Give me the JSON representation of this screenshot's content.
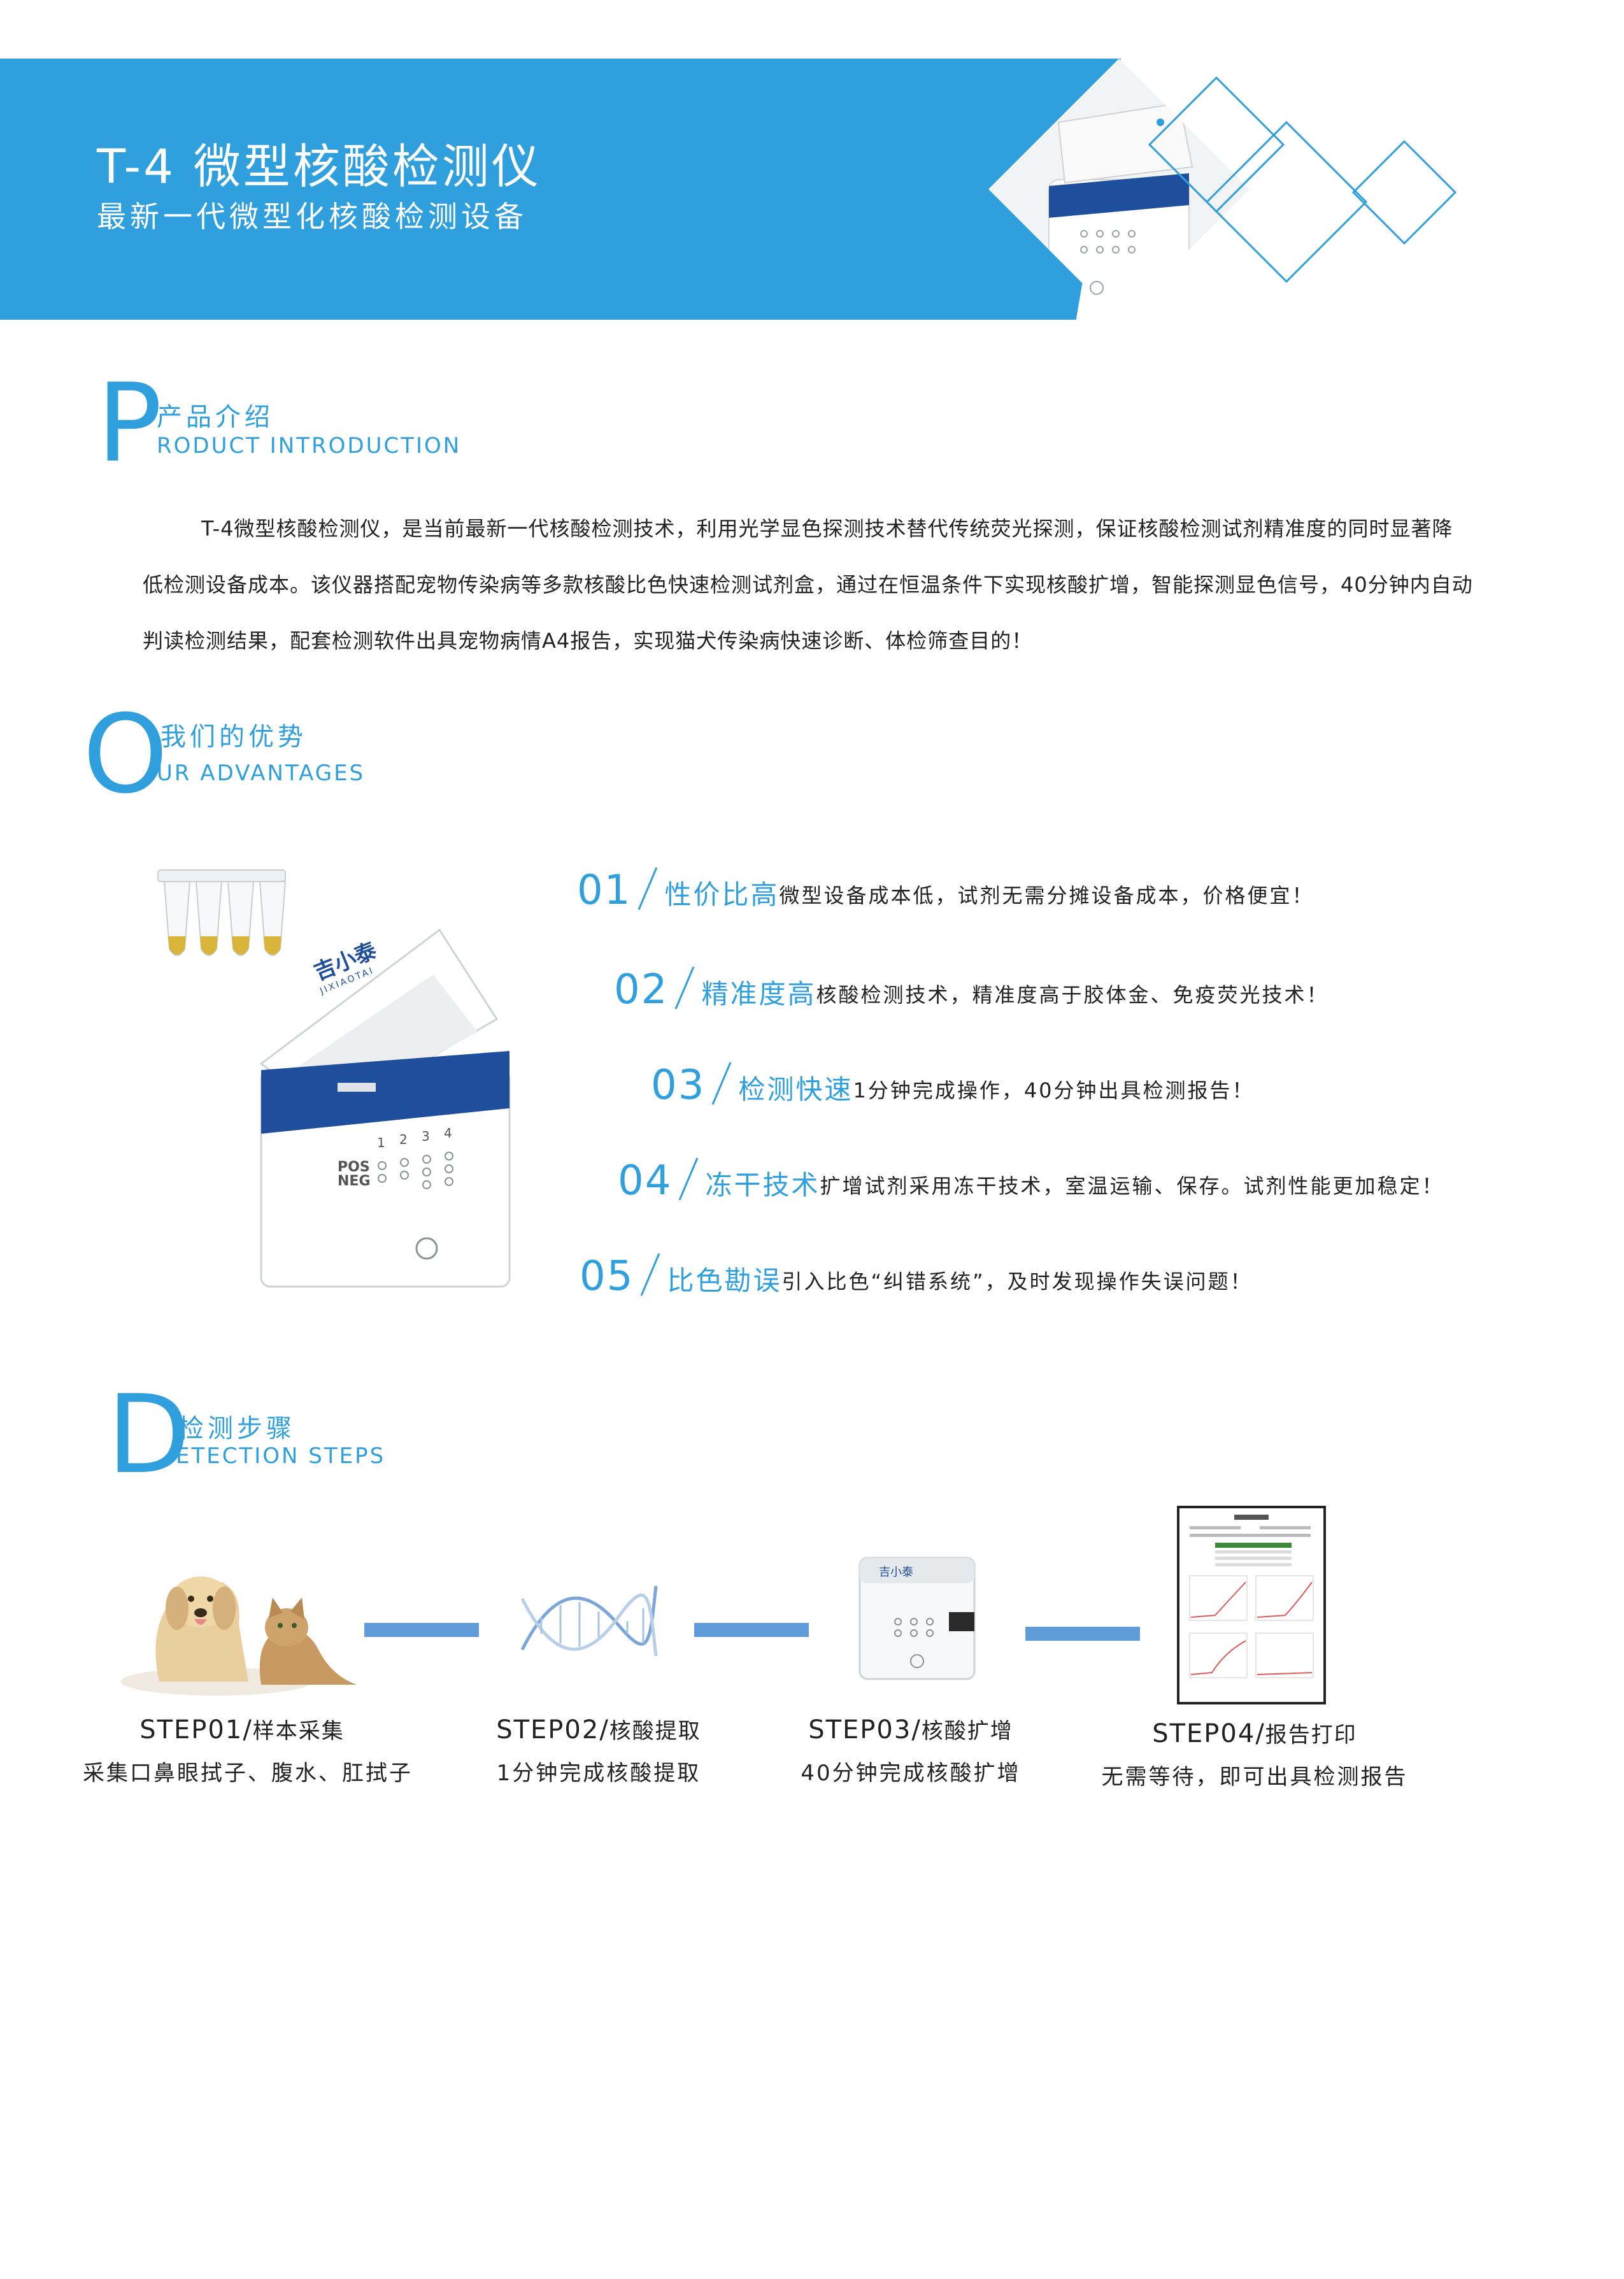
{
  "banner": {
    "title": "T-4 微型核酸检测仪",
    "subtitle": "最新一代微型化核酸检测设备"
  },
  "device": {
    "brand": "吉小泰",
    "brand_en": "JIXIAOTAI",
    "lane_numbers": [
      "1",
      "2",
      "3",
      "4"
    ],
    "pos_label": "POS",
    "neg_label": "NEG"
  },
  "intro": {
    "letter": "P",
    "title_cn": "产品介绍",
    "title_en": "RODUCT INTRODUCTION",
    "paragraph": "T-4微型核酸检测仪，是当前最新一代核酸检测技术，利用光学显色探测技术替代传统荧光探测，保证核酸检测试剂精准度的同时显著降低检测设备成本。该仪器搭配宠物传染病等多款核酸比色快速检测试剂盒，通过在恒温条件下实现核酸扩增，智能探测显色信号，40分钟内自动判读检测结果，配套检测软件出具宠物病情A4报告，实现猫犬传染病快速诊断、体检筛查目的！"
  },
  "advantages": {
    "letter": "O",
    "title_cn": "我们的优势",
    "title_en": "UR ADVANTAGES",
    "items": [
      {
        "num": "01",
        "title": "性价比高",
        "desc": "微型设备成本低，试剂无需分摊设备成本，价格便宜！"
      },
      {
        "num": "02",
        "title": "精准度高",
        "desc": "核酸检测技术，精准度高于胶体金、免疫荧光技术！"
      },
      {
        "num": "03",
        "title": "检测快速",
        "desc": "1分钟完成操作，40分钟出具检测报告！"
      },
      {
        "num": "04",
        "title": "冻干技术",
        "desc": "扩增试剂采用冻干技术，室温运输、保存。试剂性能更加稳定！"
      },
      {
        "num": "05",
        "title": "比色勘误",
        "desc": "引入比色“纠错系统”，及时发现操作失误问题！"
      }
    ]
  },
  "detection": {
    "letter": "D",
    "title_cn": "检测步骤",
    "title_en": "ETECTION STEPS",
    "steps": [
      {
        "code": "STEP01",
        "name": "样本采集",
        "desc": "采集口鼻眼拭子、腹水、肛拭子"
      },
      {
        "code": "STEP02",
        "name": "核酸提取",
        "desc": "1分钟完成核酸提取"
      },
      {
        "code": "STEP03",
        "name": "核酸扩增",
        "desc": "40分钟完成核酸扩增"
      },
      {
        "code": "STEP04",
        "name": "报告打印",
        "desc": "无需等待，即可出具检测报告"
      }
    ]
  },
  "colors": {
    "accent": "#2f9fdd",
    "connector": "#5e9bd8",
    "lid_blue": "#1f4f9c"
  }
}
